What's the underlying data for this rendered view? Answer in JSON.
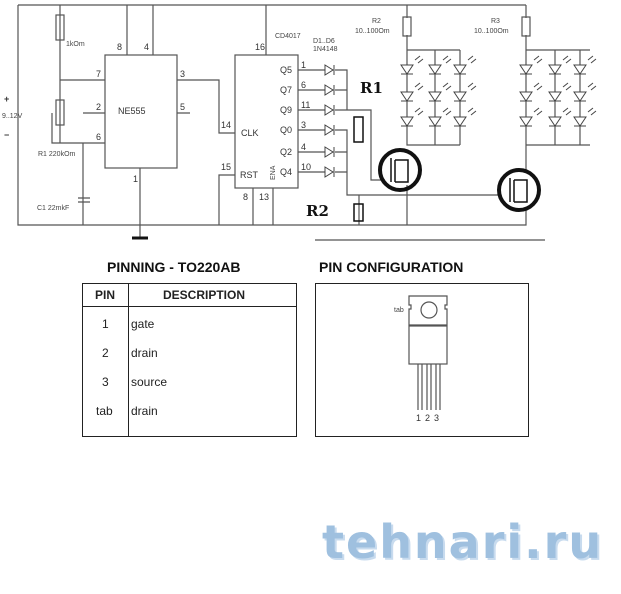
{
  "schematic": {
    "supply_plus": "+",
    "supply_voltage": "9..12V",
    "supply_minus": "−",
    "r_1k": "1kOm",
    "r1_pot": "R1 220kOm",
    "c1": "C1 22mkF",
    "ne555": {
      "label": "NE555",
      "pins": {
        "p8": "8",
        "p4": "4",
        "p7": "7",
        "p2": "2",
        "p6": "6",
        "p3": "3",
        "p5": "5",
        "p1": "1"
      }
    },
    "cd4017": {
      "label": "CD4017",
      "clk": "CLK",
      "rst": "RST",
      "ena": "ENA",
      "pins": {
        "p16": "16",
        "p14": "14",
        "p15": "15",
        "p8": "8",
        "p13": "13"
      },
      "outputs": [
        {
          "q": "Q5",
          "pin": "1"
        },
        {
          "q": "Q7",
          "pin": "6"
        },
        {
          "q": "Q9",
          "pin": "11"
        },
        {
          "q": "Q0",
          "pin": "3"
        },
        {
          "q": "Q2",
          "pin": "4"
        },
        {
          "q": "Q4",
          "pin": "10"
        }
      ]
    },
    "diodes": "D1..D6",
    "diode_type": "1N4148",
    "r2_name": "R2",
    "r2_value": "10..100Om",
    "r3_name": "R3",
    "r3_value": "10..100Om",
    "label_r1": "R1",
    "label_r2": "R2"
  },
  "pinning": {
    "title": "PINNING - TO220AB",
    "headers": [
      "PIN",
      "DESCRIPTION"
    ],
    "rows": [
      {
        "pin": "1",
        "desc": "gate"
      },
      {
        "pin": "2",
        "desc": "drain"
      },
      {
        "pin": "3",
        "desc": "source"
      },
      {
        "pin": "tab",
        "desc": "drain"
      }
    ]
  },
  "pin_config": {
    "title": "PIN CONFIGURATION",
    "tab": "tab",
    "leads": [
      "1",
      "2",
      "3"
    ]
  },
  "watermark": "tehnari.ru"
}
